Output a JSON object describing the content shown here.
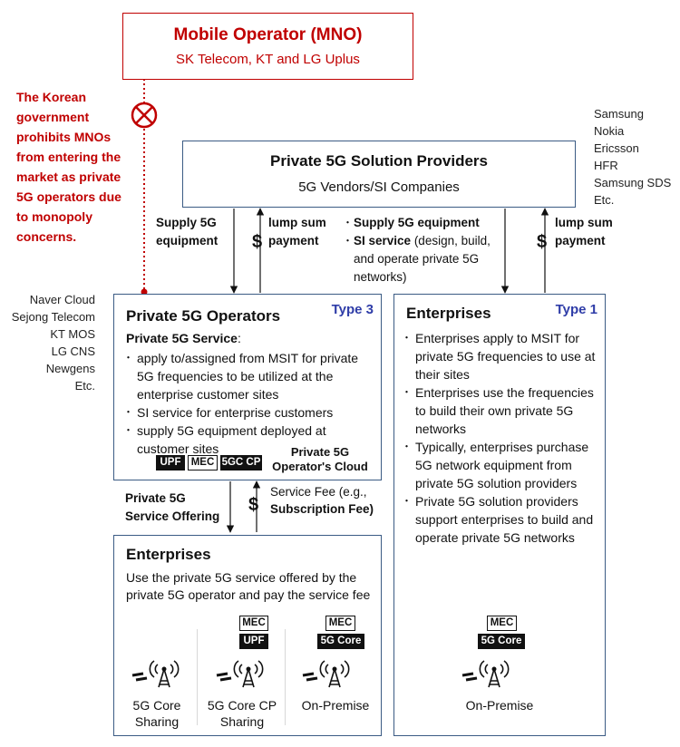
{
  "mno": {
    "title": "Mobile Operator (MNO)",
    "subtitle": "SK Telecom, KT and LG Uplus"
  },
  "gov_note": "The Korean government prohibits MNOs from entering the market as private 5G operators due to monopoly concerns.",
  "vendors_list": [
    "Samsung",
    "Nokia",
    "Ericsson",
    "HFR",
    "Samsung SDS",
    "Etc."
  ],
  "operators_list": [
    "Naver Cloud",
    "Sejong Telecom",
    "KT MOS",
    "LG CNS",
    "Newgens",
    "Etc."
  ],
  "solution_providers": {
    "title": "Private 5G Solution Providers",
    "subtitle": "5G Vendors/SI Companies"
  },
  "flows": {
    "left_supply": "Supply 5G equipment",
    "left_payment": "lump sum payment",
    "right_supply_bold": "Supply 5G equipment",
    "right_si_bold": "SI service",
    "right_si_rest": " (design, build, and operate private 5G networks)",
    "right_payment": "lump sum payment",
    "service_offering": "Private 5G Service Offering",
    "fee_prefix": "Service Fee (e.g., ",
    "fee_bold": "Subscription Fee",
    "fee_suffix": ")",
    "dollar": "$"
  },
  "operators": {
    "title": "Private 5G Operators",
    "type": "Type 3",
    "service_label": "Private 5G Service",
    "colon": ":",
    "bullets": [
      "apply to/assigned from MSIT for private 5G frequencies to be utilized at the enterprise customer sites",
      "SI service for enterprise customers",
      "supply 5G equipment deployed at customer sites"
    ],
    "chips": [
      "UPF",
      "MEC",
      "5GC CP"
    ],
    "cloud_label": "Private 5G Operator's Cloud"
  },
  "enterprises_type1": {
    "title": "Enterprises",
    "type": "Type 1",
    "bullets": [
      "Enterprises apply to MSIT for private 5G frequencies to use at their sites",
      "Enterprises use the frequencies to build their own private 5G networks",
      "Typically, enterprises purchase 5G network equipment from private 5G solution providers",
      "Private 5G solution providers support enterprises to build and operate private 5G networks"
    ],
    "chips": [
      "MEC",
      "5G Core"
    ],
    "caption": "On-Premise"
  },
  "enterprises_type3": {
    "title": "Enterprises",
    "description": "Use the private 5G service offered by the private 5G operator and pay the service fee",
    "models": [
      {
        "caption": "5G Core Sharing",
        "chips": []
      },
      {
        "caption": "5G Core CP Sharing",
        "chips": [
          "MEC",
          "UPF"
        ]
      },
      {
        "caption": "On-Premise",
        "chips": [
          "MEC",
          "5G Core"
        ]
      }
    ]
  },
  "colors": {
    "red": "#c00000",
    "border_blue": "#3b5b84",
    "type_blue": "#2f3da8",
    "chip_dark": "#111111"
  },
  "icons": {
    "prohibited": "prohibited-icon",
    "antenna": "antenna-tower-icon",
    "device": "device-icon"
  }
}
